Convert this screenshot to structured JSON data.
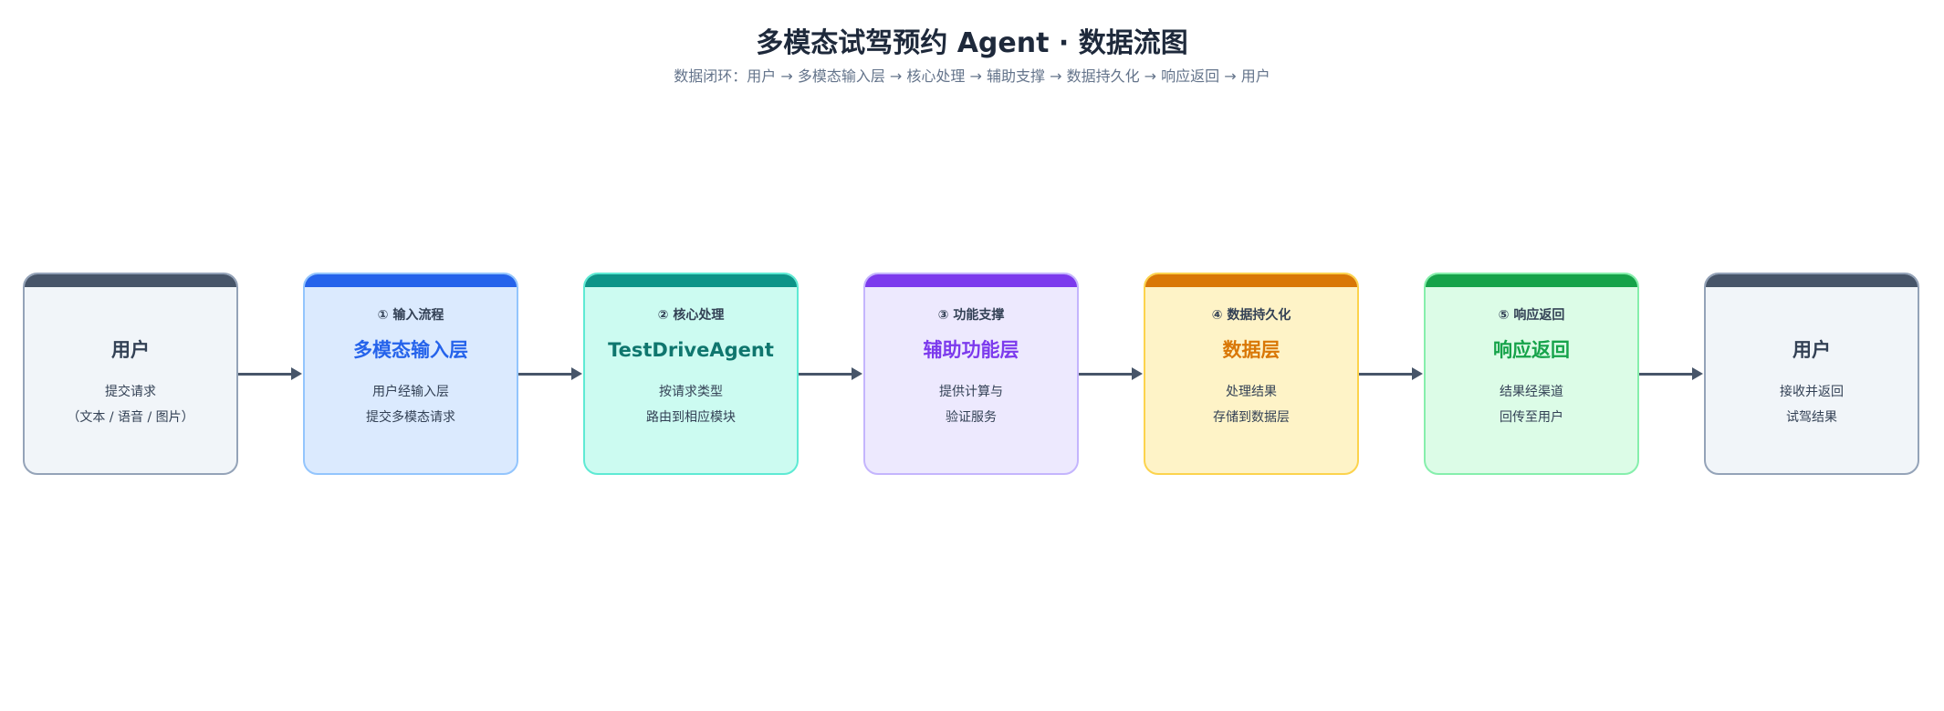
{
  "header": {
    "title": "多模态试驾预约 Agent · 数据流图",
    "subtitle": "数据闭环：用户 → 多模态输入层 → 核心处理 → 辅助支撑 → 数据持久化 → 响应返回 → 用户"
  },
  "colors": {
    "user": "#475569",
    "input": "#2563eb",
    "core": "#0d9488",
    "support": "#7c3aed",
    "data": "#d97706",
    "response": "#16a34a",
    "arrow": "#475569"
  },
  "nodes": [
    {
      "step": "",
      "title": "用户",
      "desc1": "提交请求",
      "desc2": "（文本 / 语音 / 图片）"
    },
    {
      "step": "① 输入流程",
      "title": "多模态输入层",
      "desc1": "用户经输入层",
      "desc2": "提交多模态请求"
    },
    {
      "step": "② 核心处理",
      "title": "TestDriveAgent",
      "desc1": "按请求类型",
      "desc2": "路由到相应模块"
    },
    {
      "step": "③ 功能支撑",
      "title": "辅助功能层",
      "desc1": "提供计算与",
      "desc2": "验证服务"
    },
    {
      "step": "④ 数据持久化",
      "title": "数据层",
      "desc1": "处理结果",
      "desc2": "存储到数据层"
    },
    {
      "step": "⑤ 响应返回",
      "title": "响应返回",
      "desc1": "结果经渠道",
      "desc2": "回传至用户"
    },
    {
      "step": "",
      "title": "用户",
      "desc1": "接收并返回",
      "desc2": "试驾结果"
    }
  ]
}
